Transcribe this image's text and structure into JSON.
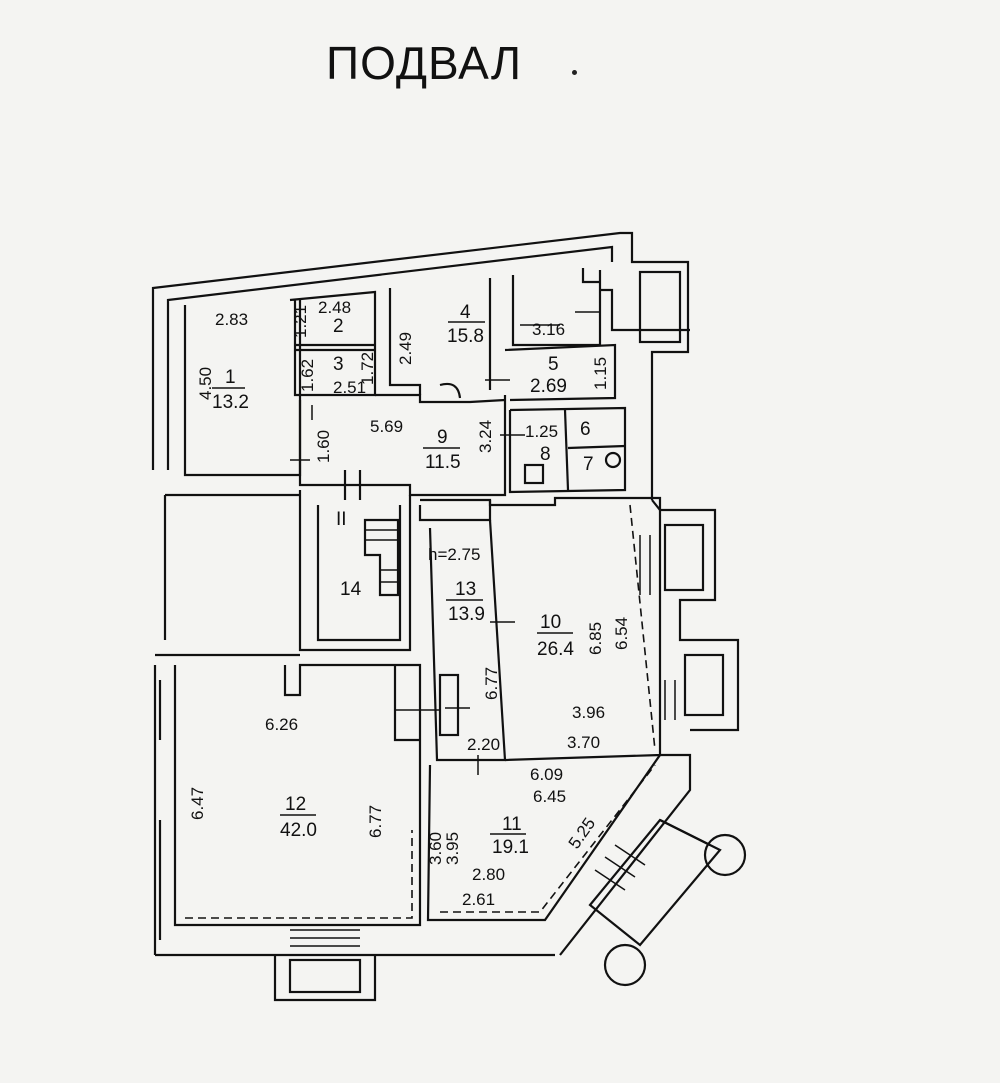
{
  "title": "ПОДВАЛ",
  "rooms": [
    {
      "number": "1",
      "area": "13.2"
    },
    {
      "number": "2",
      "area": ""
    },
    {
      "number": "3",
      "area": ""
    },
    {
      "number": "4",
      "area": "15.8"
    },
    {
      "number": "5",
      "area": "2.69"
    },
    {
      "number": "6",
      "area": ""
    },
    {
      "number": "7",
      "area": ""
    },
    {
      "number": "8",
      "area": ""
    },
    {
      "number": "9",
      "area": "11.5"
    },
    {
      "number": "10",
      "area": "26.4"
    },
    {
      "number": "11",
      "area": "19.1"
    },
    {
      "number": "12",
      "area": "42.0"
    },
    {
      "number": "13",
      "area": "13.9"
    },
    {
      "number": "14",
      "area": ""
    }
  ],
  "stair_label": "II",
  "ceiling_height": "h=2.75",
  "dimensions": {
    "d283": "2.83",
    "d450": "4.50",
    "d248": "2.48",
    "d121": "1.21",
    "d162": "1.62",
    "d172": "1.72",
    "d251": "2.51",
    "d160": "1.60",
    "d569": "5.69",
    "d249": "2.49",
    "d316": "3.16",
    "d115": "1.15",
    "d324": "3.24",
    "d125": "1.25",
    "d685": "6.85",
    "d654": "6.54",
    "d396": "3.96",
    "d370": "3.70",
    "d677a": "6.77",
    "d220": "2.20",
    "d609": "6.09",
    "d645": "6.45",
    "d525": "5.25",
    "d360": "3.60",
    "d395": "3.95",
    "d280": "2.80",
    "d261": "2.61",
    "d626": "6.26",
    "d647": "6.47",
    "d677b": "6.77"
  }
}
